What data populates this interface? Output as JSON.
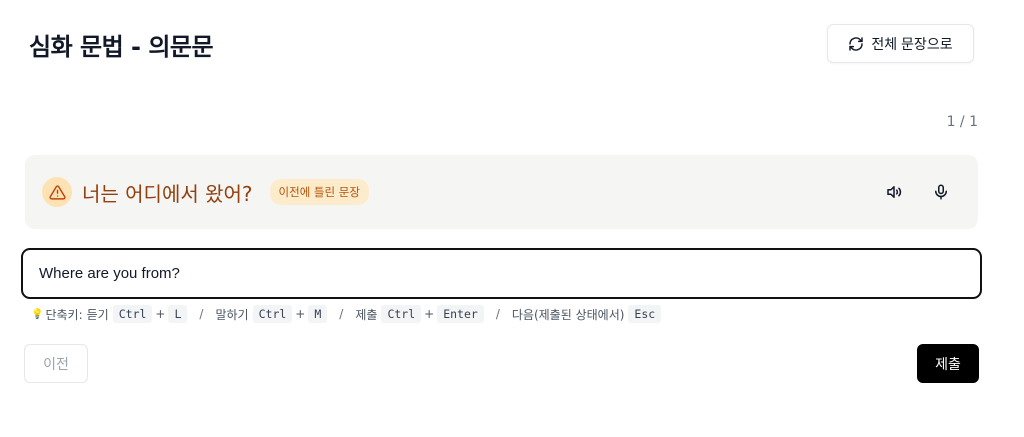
{
  "header": {
    "title": "심화 문법 - 의문문",
    "full_sentence_button": "전체 문장으로",
    "full_sentence_icon": "refresh-icon"
  },
  "progress": {
    "counter": "1 / 1"
  },
  "question": {
    "text": "너는 어디에서 왔어?",
    "badge": "이전에 틀린 문장",
    "warning_icon": "warning-triangle-icon",
    "speaker_icon": "speaker-icon",
    "mic_icon": "microphone-icon"
  },
  "answer": {
    "value": "Where are you from?"
  },
  "shortcuts": {
    "bulb_icon": "lightbulb-icon",
    "prefix": "단축키:",
    "listen_label": "듣기",
    "listen_keys": [
      "Ctrl",
      "L"
    ],
    "speak_label": "말하기",
    "speak_keys": [
      "Ctrl",
      "M"
    ],
    "submit_label": "제출",
    "submit_keys": [
      "Ctrl",
      "Enter"
    ],
    "next_label": "다음(제출된 상태에서)",
    "next_key": "Esc",
    "plus": "+",
    "separator": "/"
  },
  "footer": {
    "prev_button": "이전",
    "submit_button": "제출"
  },
  "colors": {
    "accent_dark": "#000000",
    "warning_text": "#92400e",
    "warning_bg": "#fde3b3",
    "badge_bg": "#fdeccc",
    "card_bg": "#f5f5f4"
  }
}
